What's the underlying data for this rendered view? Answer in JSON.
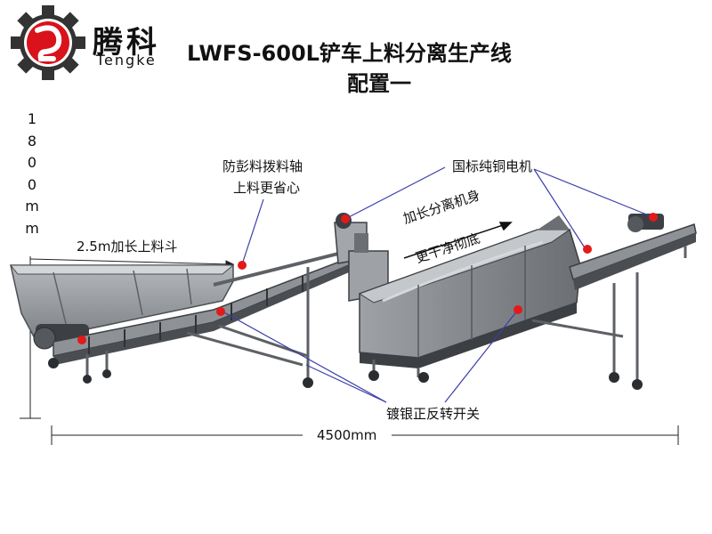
{
  "brand": {
    "name_cn": "腾科",
    "name_en": "Tengke"
  },
  "title": {
    "line1": "LWFS-600L铲车上料分离生产线",
    "line2": "配置一"
  },
  "dimensions": {
    "height_chars": [
      "1",
      "8",
      "0",
      "0",
      "m",
      "m"
    ],
    "length": "4500mm"
  },
  "annotations": {
    "hopper": "2.5m加长上料斗",
    "shaft_line1": "防彭料拨料轴",
    "shaft_line2": "上料更省心",
    "motor": "国标纯铜电机",
    "body_line1": "加长分离机身",
    "body_line2": "更干净彻底",
    "switch": "镀银正反转开关"
  },
  "colors": {
    "logo_red": "#d9121b",
    "logo_dark": "#333333",
    "machine_gray": "#8e9296",
    "machine_dark": "#3c3f43",
    "marker_red": "#e21a1a",
    "leader_blue": "#3a3fa8"
  }
}
